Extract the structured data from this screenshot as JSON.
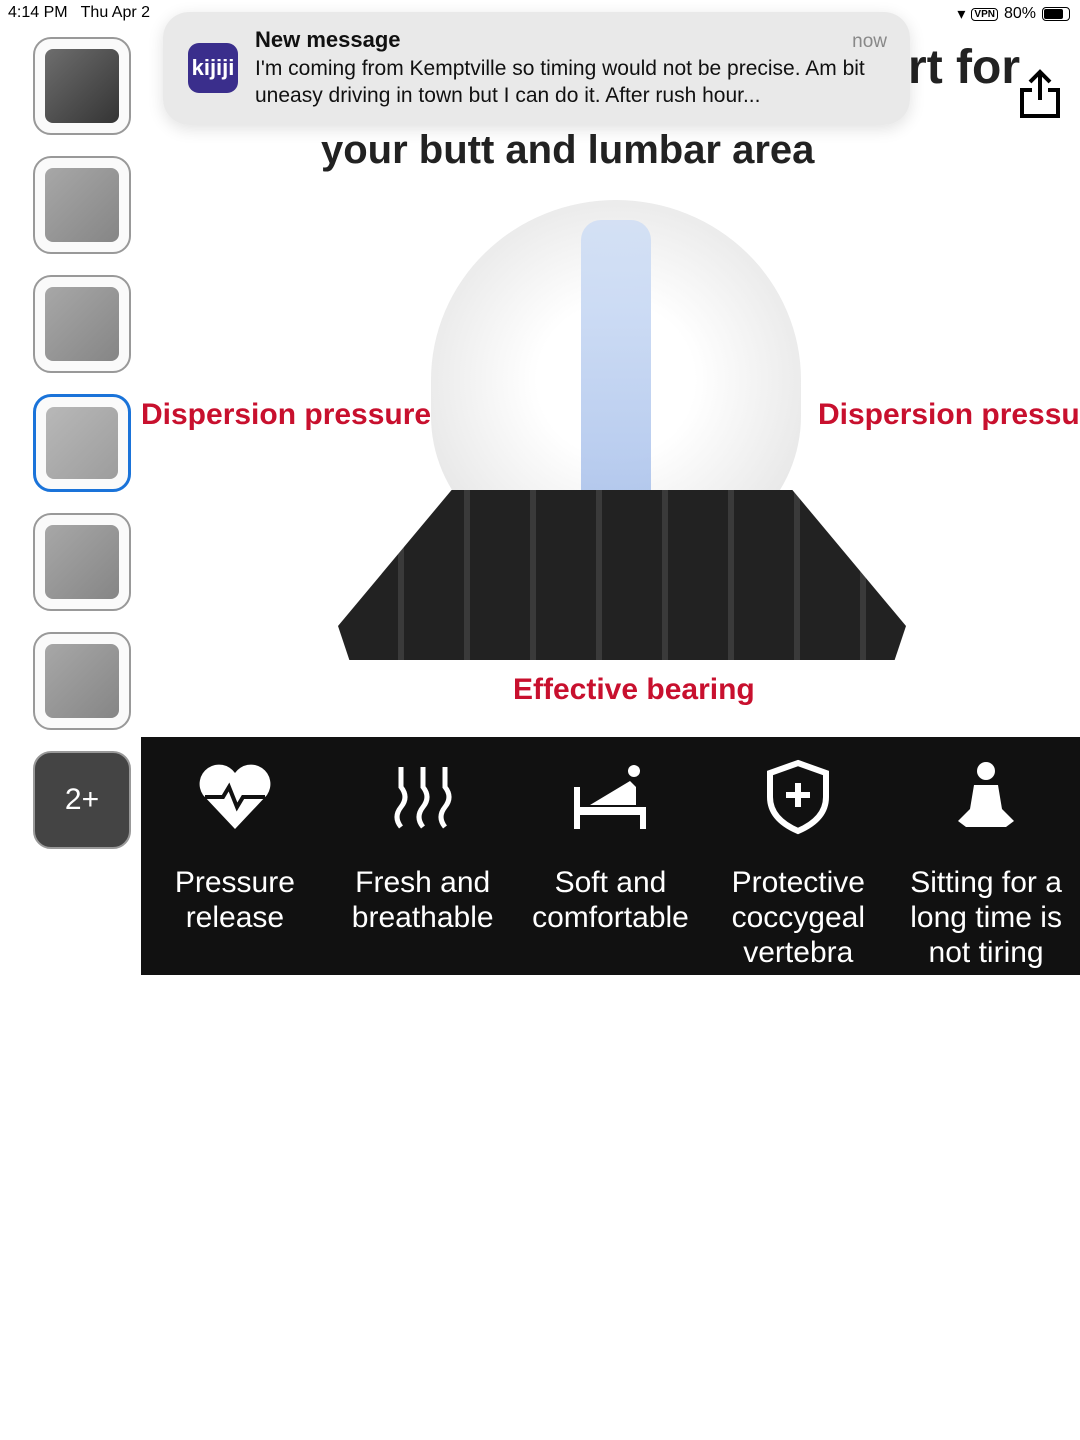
{
  "status": {
    "time": "4:14 PM",
    "date": "Thu Apr 2",
    "vpn": "VPN",
    "battery": "80%",
    "battery_level": 0.8
  },
  "notification": {
    "app": "kijiji",
    "title": "New message",
    "time": "now",
    "body": "I'm coming from Kemptville so timing would not be precise. Am bit uneasy driving in town but I can do it. After rush hour..."
  },
  "gallery": {
    "more_label": "2+",
    "selected_index": 3
  },
  "product_image": {
    "title_line1": "rt for",
    "title_line2": "your butt and lumbar area",
    "left_label": "Dispersion pressure",
    "right_label": "Dispersion pressure",
    "bottom_label": "Effective bearing",
    "features": [
      {
        "icon": "heart-pulse-icon",
        "label": "Pressure release"
      },
      {
        "icon": "airflow-icon",
        "label": "Fresh and breathable"
      },
      {
        "icon": "bed-icon",
        "label": "Soft and comfortable"
      },
      {
        "icon": "shield-plus-icon",
        "label": "Protective coccygeal vertebra"
      },
      {
        "icon": "sitting-person-icon",
        "label": "Sitting for a long time is not tiring"
      }
    ]
  }
}
